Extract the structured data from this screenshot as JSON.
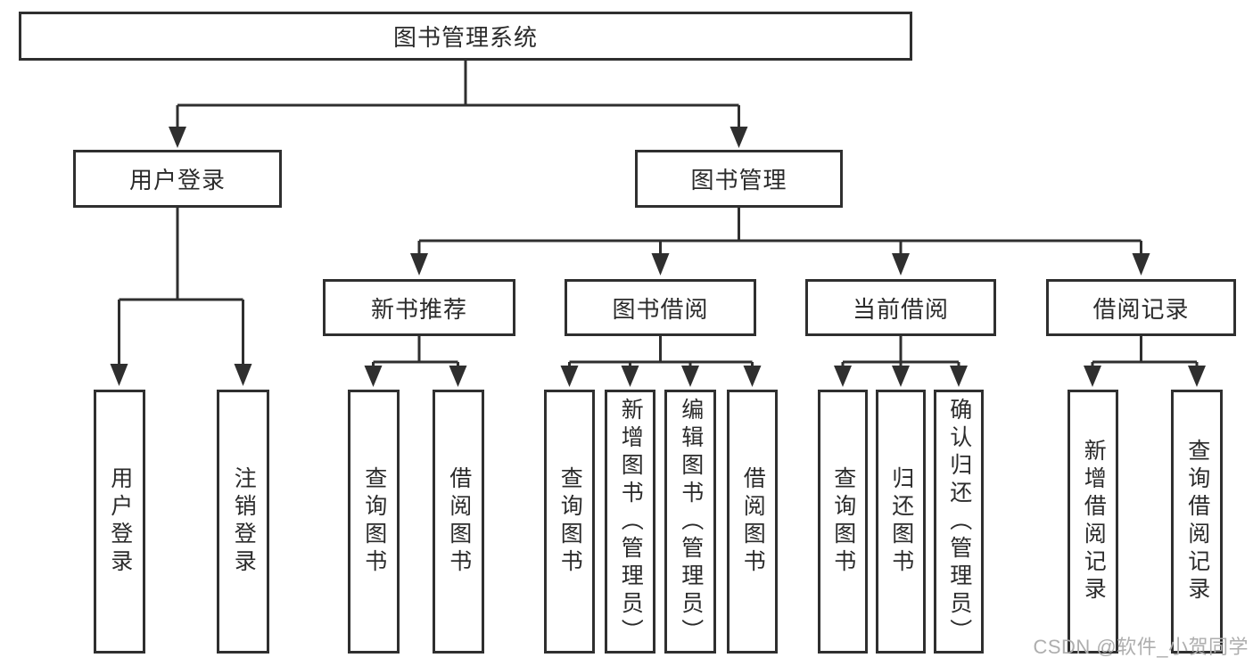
{
  "tree": {
    "root": "图书管理系统",
    "user_login": {
      "label": "用户登录",
      "children": [
        "用户登录",
        "注销登录"
      ]
    },
    "book_mgmt": {
      "label": "图书管理",
      "groups": [
        {
          "label": "新书推荐",
          "children": [
            "查询图书",
            "借阅图书"
          ]
        },
        {
          "label": "图书借阅",
          "children": [
            "查询图书",
            "新增图书（管理员）",
            "编辑图书（管理员）",
            "借阅图书"
          ]
        },
        {
          "label": "当前借阅",
          "children": [
            "查询图书",
            "归还图书",
            "确认归还（管理员）"
          ]
        },
        {
          "label": "借阅记录",
          "children": [
            "新增借阅记录",
            "查询借阅记录"
          ]
        }
      ]
    }
  },
  "colors": {
    "line": "#2f2f2f",
    "text": "#2b2b2b",
    "watermark": "#aeaeae",
    "background": "#ffffff"
  },
  "watermark": "CSDN @软件_小贺同学"
}
